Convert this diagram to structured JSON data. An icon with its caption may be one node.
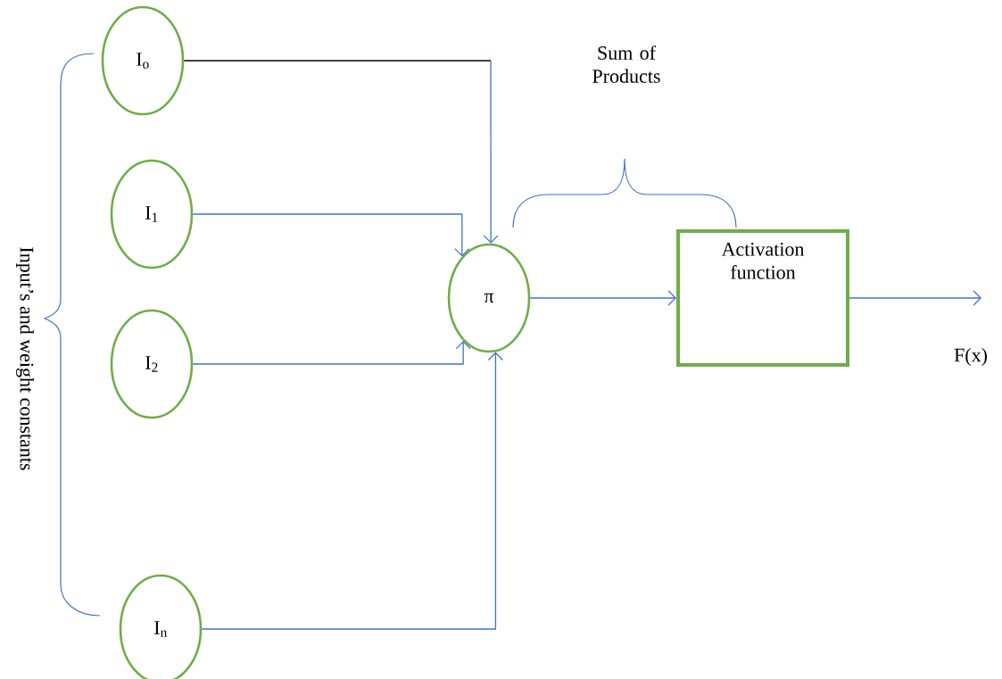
{
  "diagram": {
    "nodes": [
      {
        "text": [
          "I$_{o}$"
        ]
      },
      {
        "text": [
          "I$_{1}$"
        ]
      },
      {
        "text": [
          "I$_{2}$"
        ]
      },
      {
        "text": [
          "I$_{n}$"
        ]
      },
      {
        "text": [
          "π"
        ]
      },
      {
        "text": [
          "Activation function"
        ]
      }
    ],
    "edges": [
      {
        "from": 0,
        "to": 4,
        "arrow": "to",
        "color": "#000000"
      },
      {
        "from": 1,
        "to": 4,
        "arrow": "to"
      },
      {
        "from": 2,
        "to": 4,
        "arrow": "to"
      },
      {
        "from": 3,
        "to": 4,
        "arrow": "to"
      },
      {
        "from": 4,
        "to": 5,
        "arrow": "to"
      },
      {
        "from": 5,
        "to": null,
        "arrow": "to"
      }
    ],
    "labels": [
      "Sum of Products",
      "F(x)",
      "Input’s and weight constants"
    ]
  }
}
